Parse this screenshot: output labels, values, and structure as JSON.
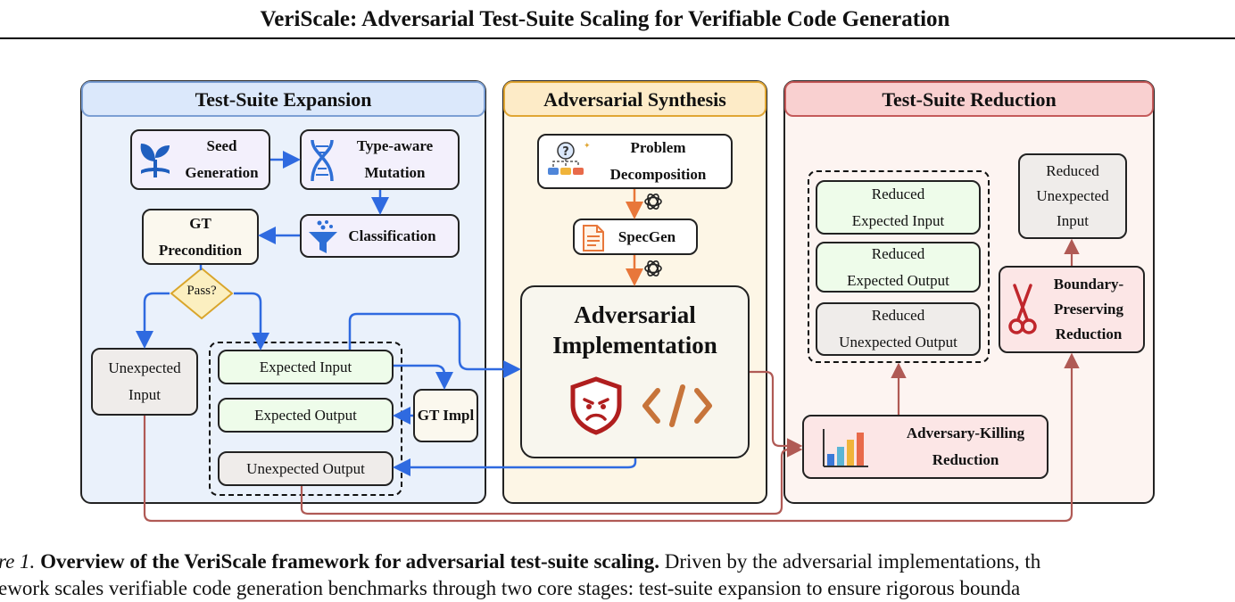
{
  "title": "VeriScale: Adversarial Test-Suite Scaling for Verifiable Code Generation",
  "panels": {
    "expansion": {
      "title": "Test-Suite Expansion",
      "seed": "Seed\nGeneration",
      "mutation": "Type-aware\nMutation",
      "classification": "Classification",
      "gt_precondition": "GT\nPrecondition",
      "pass": "Pass?",
      "unexpected_input": "Unexpected\nInput",
      "expected_input": "Expected Input",
      "expected_output": "Expected Output",
      "unexpected_output": "Unexpected Output",
      "gt_impl": "GT Impl"
    },
    "synthesis": {
      "title": "Adversarial Synthesis",
      "problem": "Problem\nDecomposition",
      "specgen": "SpecGen",
      "adv_impl": "Adversarial\nImplementation"
    },
    "reduction": {
      "title": "Test-Suite Reduction",
      "reduced_expected_input": "Reduced\nExpected Input",
      "reduced_expected_output": "Reduced\nExpected Output",
      "reduced_unexpected_output": "Reduced\nUnexpected Output",
      "reduced_unexpected_input": "Reduced\nUnexpected\nInput",
      "boundary": "Boundary-\nPreserving\nReduction",
      "adversary_killing": "Adversary-Killing\nReduction"
    }
  },
  "caption": {
    "label": "re 1.",
    "bold": "Overview of the VeriScale framework for adversarial test-suite scaling.",
    "rest1": "Driven by the adversarial implementations, th",
    "line2": "ework scales verifiable code generation benchmarks through two core stages: test-suite expansion to ensure rigorous bounda"
  },
  "icons": [
    "sprout-icon",
    "dna-icon",
    "funnel-icon",
    "question-tree-icon",
    "openai-icon",
    "document-icon",
    "angry-shield-icon",
    "code-icon",
    "bar-chart-icon",
    "scissors-icon"
  ],
  "colors": {
    "expansion_head": "#dbe8fb",
    "expansion_border": "#7b9fd4",
    "synthesis_head": "#fdebc7",
    "synthesis_border": "#e0a634",
    "synthesis_bg": "#fdf6e6",
    "reduction_head": "#f9d0d0",
    "reduction_border": "#c45a5a",
    "reduction_bg": "#fdf4f1",
    "blue_arrow": "#2f6ae0",
    "orange_arrow": "#e8773a",
    "red_arrow": "#b05a55",
    "shield": "#b01e1e",
    "code_icon": "#c7743a"
  }
}
